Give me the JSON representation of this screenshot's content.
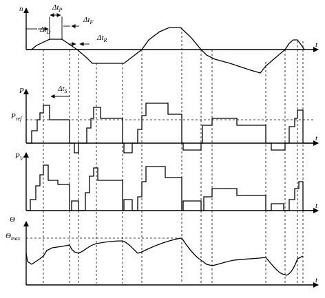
{
  "axis_labels": {
    "n": "n",
    "p": "P",
    "pv": "P",
    "pv_sub": "V",
    "theta": "Θ",
    "t": "t"
  },
  "reference_labels": {
    "pref": "P",
    "pref_sub": "ref",
    "theta_max": "Θ",
    "theta_max_sub": "max"
  },
  "interval_labels": {
    "dtp": "Δt",
    "dtp_sub": "P",
    "dtd": "Δt",
    "dtd_sub": "D",
    "dtf": "Δt",
    "dtf_sub": "F",
    "dtr": "Δt",
    "dtr_sub": "R",
    "dts": "Δt",
    "dts_sub": "S"
  }
}
